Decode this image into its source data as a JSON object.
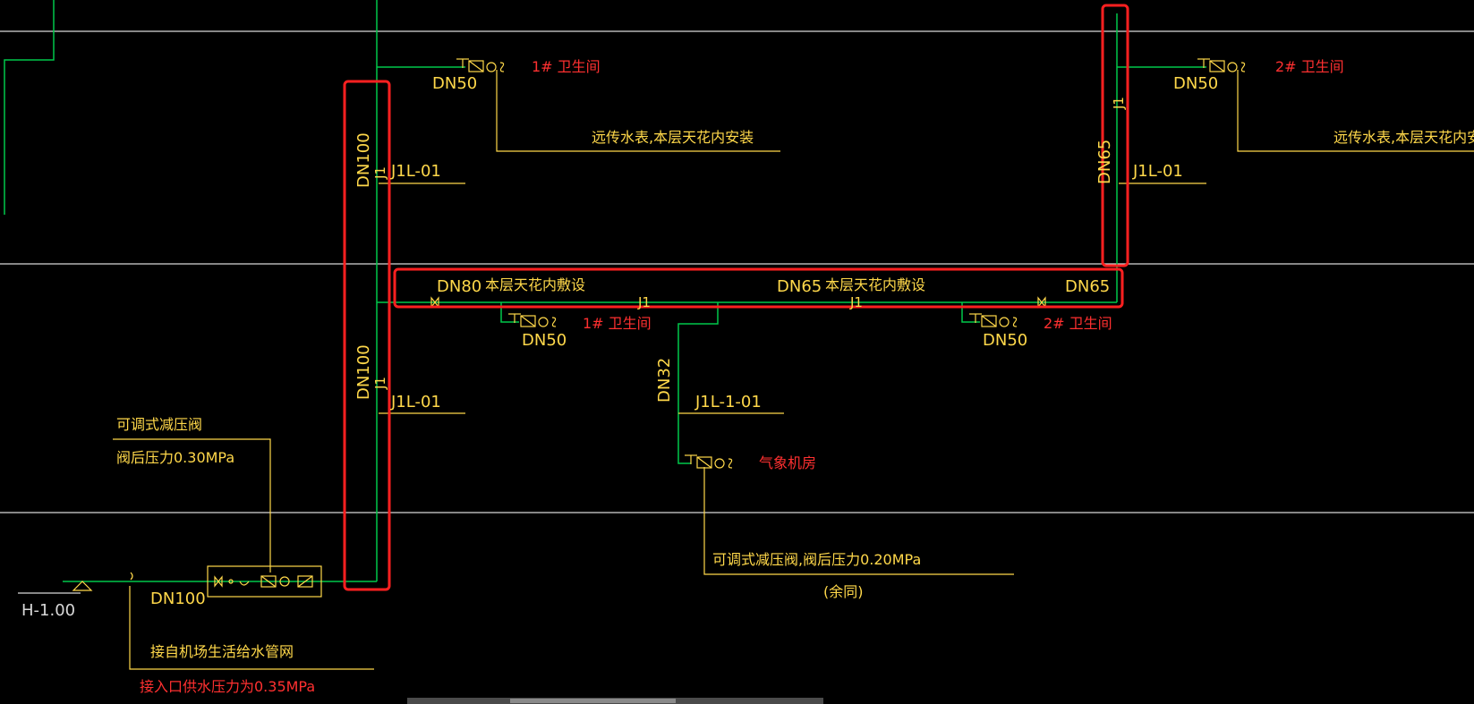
{
  "colors": {
    "background": "#000000",
    "pipe": "#00c84a",
    "leader": "#ffd84a",
    "highlight": "#ff2020",
    "floor_line": "#d8d8d8"
  },
  "labels": {
    "dn50_a": "DN50",
    "toilet1_a": "1# 卫生间",
    "meter_note_a": "远传水表,本层天花内安装",
    "dn100_upper": "DN100",
    "riser_j1_a": "J1",
    "j1l_upper": "J1L-01",
    "dn50_b": "DN50",
    "toilet2_a": "2# 卫生间",
    "meter_note_b": "远传水表,本层天花内安装",
    "dn65_riser": "DN65",
    "riser_j1_b": "J1",
    "j1l_right": "J1L-01",
    "dn80": "DN80",
    "ceiling_note_1": "本层天花内敷设",
    "dn65_mid": "DN65",
    "ceiling_note_2": "本层天花内敷设",
    "dn65_right": "DN65",
    "main_j1_a": "J1",
    "main_j1_b": "J1",
    "dn50_c": "DN50",
    "toilet1_b": "1# 卫生间",
    "dn50_d": "DN50",
    "toilet2_b": "2# 卫生间",
    "dn100_lower": "DN100",
    "riser_j1_c": "J1",
    "j1l_lower": "J1L-01",
    "dn32": "DN32",
    "j1l_branch": "J1L-1-01",
    "weather_room": "气象机房",
    "prv_title": "可调式减压阀",
    "prv_pressure": "阀后压力0.30MPa",
    "prv2_note": "可调式减压阀,阀后压力0.20MPa",
    "prv2_sub": "(余同)",
    "dn100_inlet": "DN100",
    "elevation": "H-1.00",
    "supply_source": "接自机场生活给水管网",
    "inlet_pressure": "接入口供水压力为0.35MPa"
  }
}
